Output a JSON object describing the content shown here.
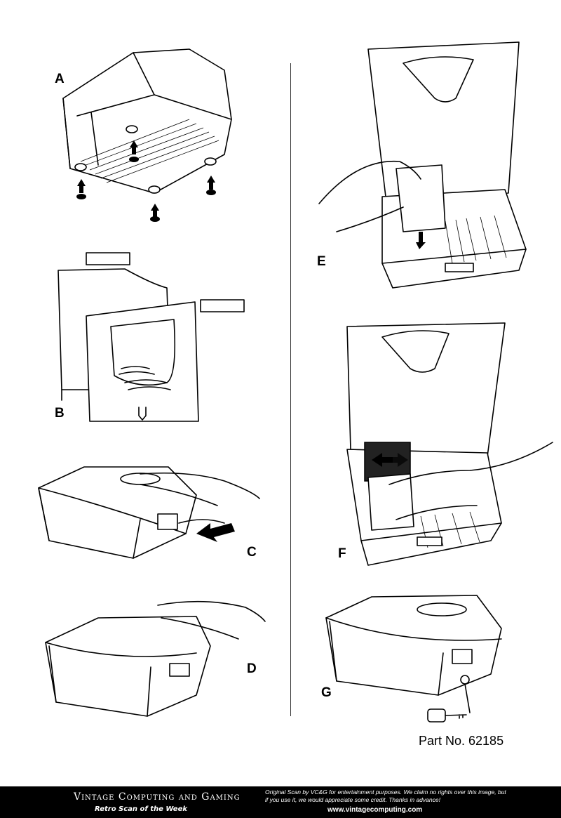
{
  "steps": [
    {
      "label": "A"
    },
    {
      "label": "B"
    },
    {
      "label": "C"
    },
    {
      "label": "D"
    },
    {
      "label": "E"
    },
    {
      "label": "F"
    },
    {
      "label": "G"
    }
  ],
  "part_number": "Part No. 62185",
  "footer": {
    "title": "Vintage Computing and Gaming",
    "subtitle": "Retro Scan of the Week",
    "note": "Original Scan by VC&G for entertainment purposes.  We claim no rights over this image, but if you use it, we would appreciate some credit.  Thanks in advance!",
    "url": "www.vintagecomputing.com"
  },
  "icons": [
    "up-arrow-icon",
    "push-arrow-icon",
    "key-icon"
  ]
}
